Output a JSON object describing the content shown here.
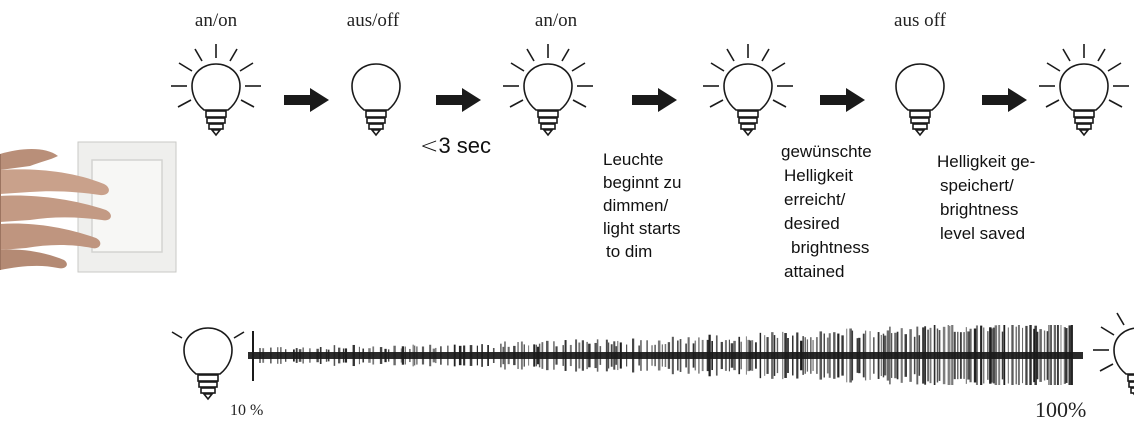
{
  "states": [
    {
      "label": "an/on",
      "lit": true
    },
    {
      "label": "aus/off",
      "lit": false
    },
    {
      "label": "an/on",
      "lit": true
    },
    {
      "label": "",
      "lit": true
    },
    {
      "label": "aus off",
      "lit": false
    },
    {
      "label": "",
      "lit": true
    }
  ],
  "timing_prefix": "<",
  "timing_value": "3 sec",
  "notes": {
    "dim_start": [
      "Leuchte",
      "beginnt zu",
      "dimmen/",
      "light starts",
      "to dim"
    ],
    "desired": [
      "gewünschte",
      "Helligkeit",
      "erreicht/",
      "desired",
      "brightness",
      "attained"
    ],
    "saved": [
      "Helligkeit ge-",
      "speichert/",
      "brightness",
      "level saved"
    ]
  },
  "scale": {
    "min_label": "10 %",
    "max_label": "100%",
    "min_value": 10,
    "max_value": 100
  },
  "colors": {
    "ink": "#1a1a1a",
    "bar": "#2b2b2b",
    "skin": "#c8a08a",
    "switch_plate": "#e9e9e7"
  },
  "icons": {
    "lit_bulb": "light-bulb-on-icon",
    "unlit_bulb": "light-bulb-off-icon",
    "arrow": "arrow-right-icon",
    "hand": "hand-pressing-switch"
  }
}
